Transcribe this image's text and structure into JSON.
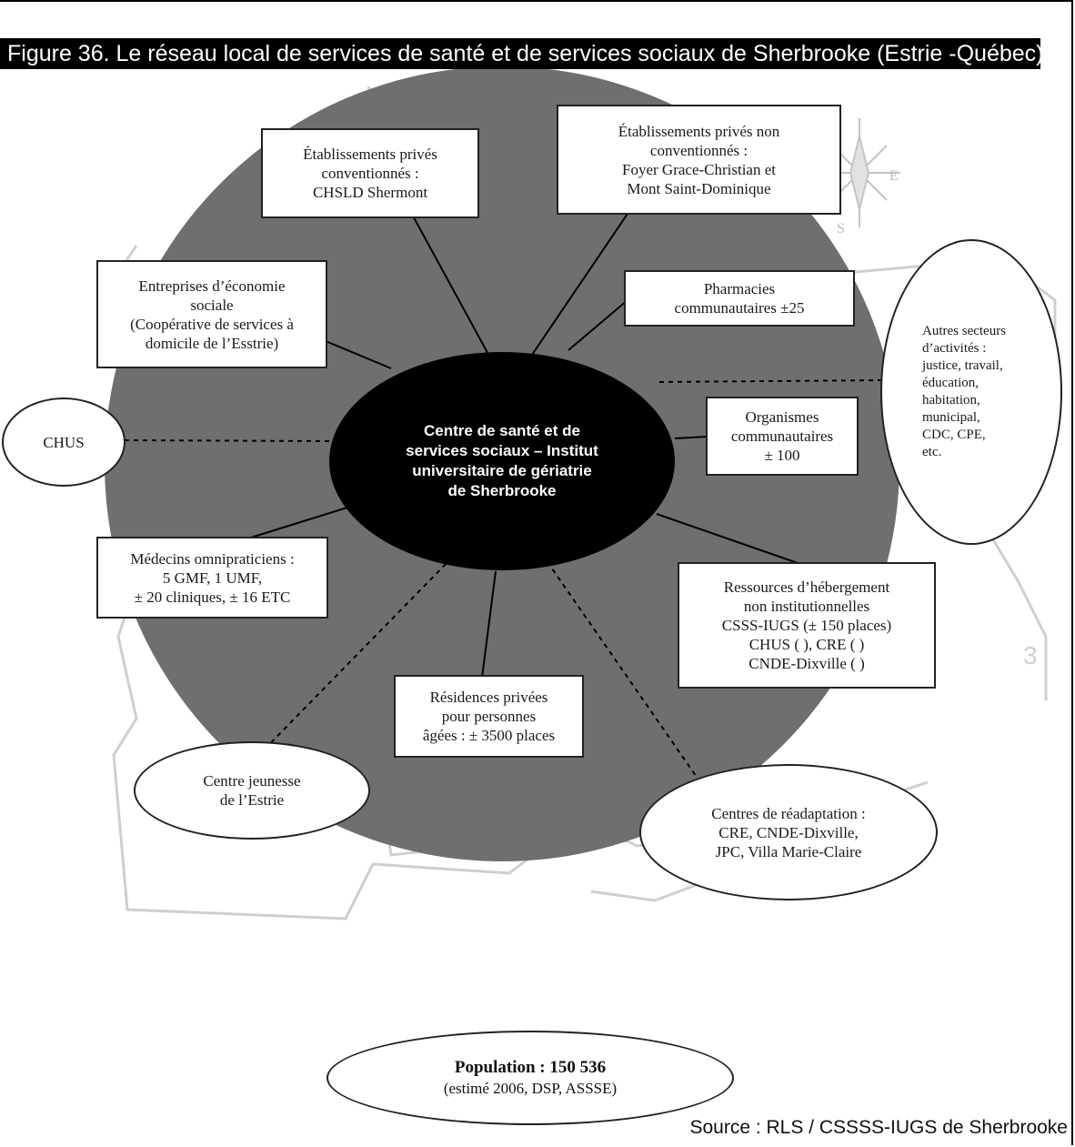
{
  "title": "Figure 36. Le réseau local de services de santé  et de services sociaux de  Sherbrooke (Estrie -Québec)",
  "compass": {
    "east_label": "E",
    "south_label": "S"
  },
  "center": {
    "lines": [
      "Centre de santé et de",
      "services sociaux – Institut",
      "universitaire de gériatrie",
      "de Sherbrooke"
    ]
  },
  "nodes": {
    "prives_conventionnes": [
      "Établissements privés",
      "conventionnés :",
      "CHSLD Shermont"
    ],
    "prives_non_conventionnes": [
      "Établissements privés non",
      "conventionnés :",
      "Foyer Grace-Christian et",
      "Mont Saint-Dominique"
    ],
    "economie_sociale": [
      "Entreprises d’économie",
      "sociale",
      "(Coopérative de services à",
      "domicile de l’Esstrie)"
    ],
    "pharmacies": [
      "Pharmacies",
      "communautaires ±25"
    ],
    "autres_secteurs": [
      "Autres secteurs",
      "d’activités :",
      "justice, travail,",
      "éducation,",
      "habitation,",
      "municipal,",
      "CDC, CPE,",
      "etc."
    ],
    "chus": [
      "CHUS"
    ],
    "organismes": [
      "Organismes",
      "communautaires",
      "± 100"
    ],
    "medecins": [
      "Médecins omnipraticiens :",
      "5 GMF, 1 UMF,",
      "± 20 cliniques, ± 16 ETC"
    ],
    "ressources": [
      "Ressources d’hébergement",
      "non institutionnelles",
      "CSSS-IUGS (± 150 places)",
      "CHUS (     ), CRE (     )",
      "CNDE-Dixville (     )"
    ],
    "residences": [
      "Résidences privées",
      "pour personnes",
      "âgées : ± 3500 places"
    ],
    "centre_jeunesse": [
      "Centre jeunesse",
      "de l’Estrie"
    ],
    "readaptation": [
      "Centres de réadaptation :",
      "CRE, CNDE-Dixville,",
      "JPC, Villa Marie-Claire"
    ]
  },
  "population": {
    "label": "Population : 150 536",
    "note": "(estimé 2006, DSP, ASSSE)"
  },
  "source": "Source : RLS / CSSSS-IUGS de Sherbrooke"
}
